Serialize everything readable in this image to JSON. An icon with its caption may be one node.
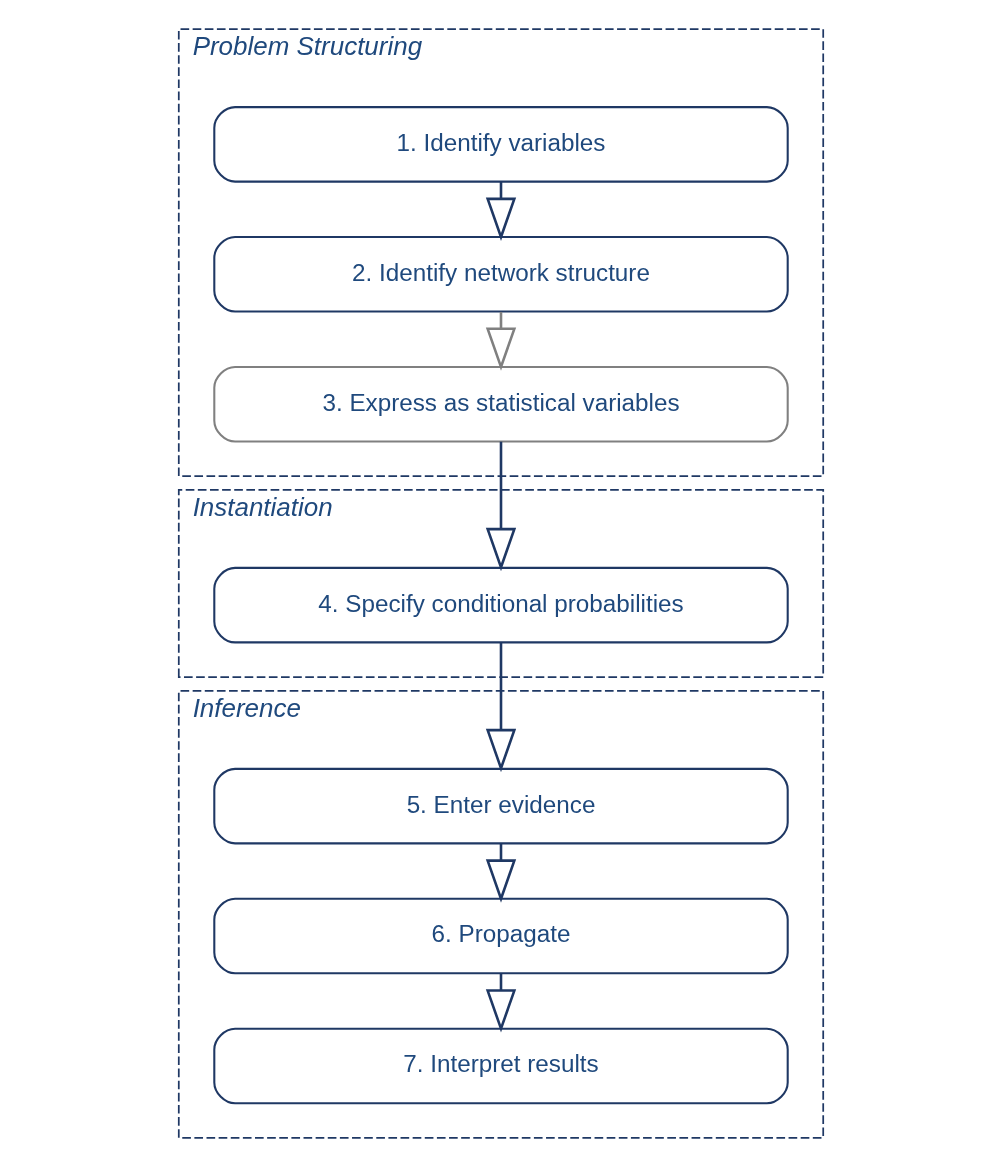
{
  "diagram": {
    "nodes": [
      {
        "text": [
          "Problem Structuring"
        ]
      },
      {
        "text": [
          "1. Identify variables"
        ],
        "in": 0
      },
      {
        "text": [
          "2. Identify network structure"
        ],
        "in": 0
      },
      {
        "text": [
          "3. Express as statistical variables"
        ],
        "in": 0
      },
      {
        "text": [
          "Instantiation"
        ]
      },
      {
        "text": [
          "4. Specify conditional probabilities"
        ],
        "in": 4
      },
      {
        "text": [
          "Inference"
        ]
      },
      {
        "text": [
          "5. Enter evidence"
        ],
        "in": 6
      },
      {
        "text": [
          "6. Propagate"
        ],
        "in": 6
      },
      {
        "text": [
          "7. Interpret results"
        ],
        "in": 6
      }
    ],
    "edges": [
      {
        "from": 1,
        "to": 2,
        "arrow": "to"
      },
      {
        "from": 2,
        "to": 3,
        "arrow": "to",
        "color": "#808080"
      },
      {
        "from": 3,
        "to": 5,
        "arrow": "to"
      },
      {
        "from": 5,
        "to": 7,
        "arrow": "to"
      },
      {
        "from": 7,
        "to": 8,
        "arrow": "to"
      },
      {
        "from": 8,
        "to": 9,
        "arrow": "to"
      }
    ]
  }
}
